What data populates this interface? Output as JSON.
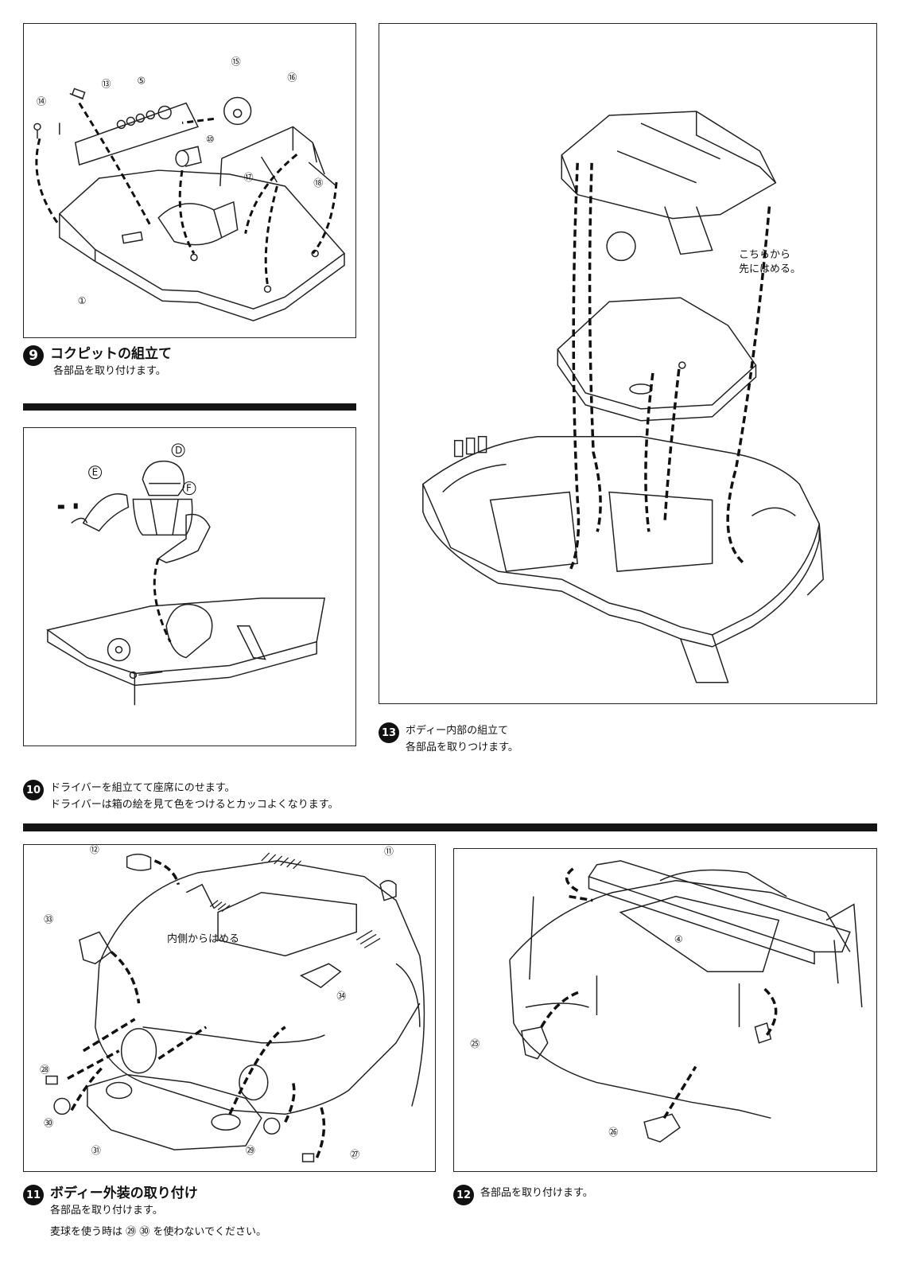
{
  "steps": {
    "s9": {
      "number": "9",
      "title": "コクピットの組立て",
      "lines": [
        "各部品を取り付けます。"
      ]
    },
    "s10": {
      "number": "10",
      "title": "",
      "lines": [
        "ドライバーを組立てて座席にのせます。",
        "ドライバーは箱の絵を見て色をつけるとカッコよくなります。"
      ]
    },
    "s11": {
      "number": "11",
      "title": "ボディー外装の取り付け",
      "lines": [
        "各部品を取り付けます。",
        "麦球を使う時は ㉙ ㉚ を使わないでください。"
      ]
    },
    "s12": {
      "number": "12",
      "title": "",
      "lines": [
        "各部品を取り付けます。"
      ]
    },
    "s13": {
      "number": "13",
      "title": "",
      "lines": [
        "ボディー内部の組立て",
        "各部品を取りつけます。"
      ]
    }
  },
  "callouts": {
    "insert_first": [
      "こちらから",
      "先にはめる。"
    ],
    "from_inside": "内側からはめる"
  },
  "parts": {
    "p9": [
      "⑬",
      "⑤",
      "⑮",
      "⑯",
      "⑭",
      "⑩",
      "⑰",
      "⑱",
      "①"
    ],
    "p10": [
      "D",
      "E",
      "F"
    ],
    "p11": [
      "⑫",
      "⑪",
      "㉝",
      "㉘",
      "㉞",
      "㉚",
      "㉛",
      "㉙",
      "㉗"
    ],
    "p12": [
      "④",
      "㉕",
      "㉖"
    ]
  }
}
